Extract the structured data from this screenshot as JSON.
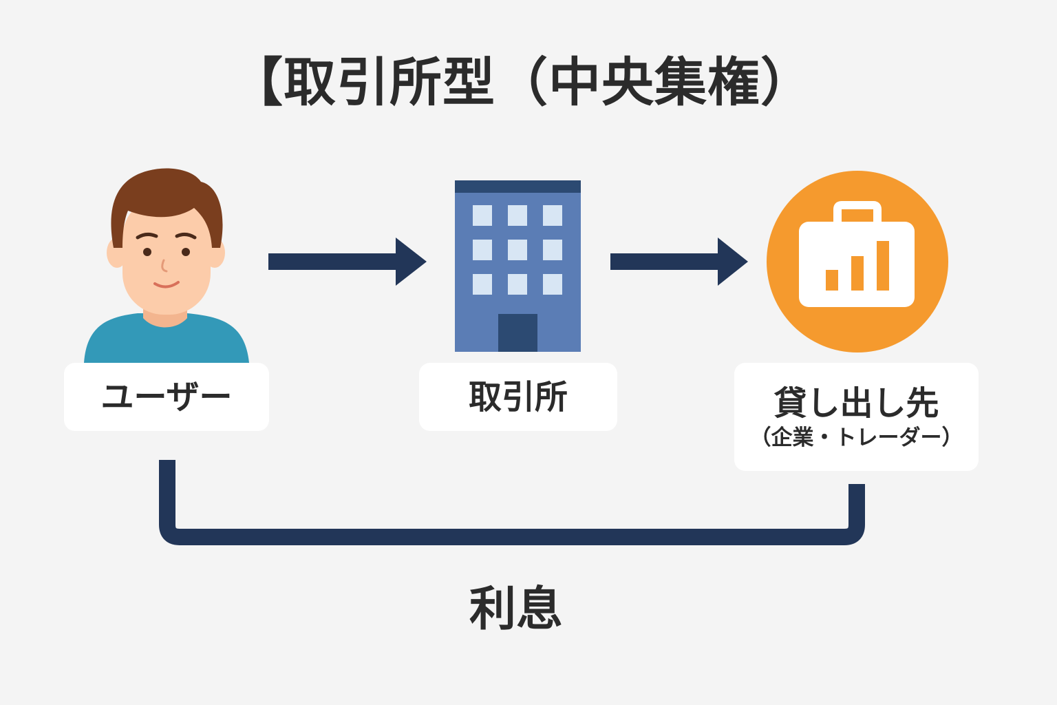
{
  "title": "【取引所型（中央集権）",
  "nodes": {
    "user": {
      "label": "ユーザー",
      "icon": "person-icon"
    },
    "exchange": {
      "label": "取引所",
      "icon": "building-icon"
    },
    "lender": {
      "label": "貸し出し先",
      "sublabel": "（企業・トレーダー）",
      "icon": "briefcase-chart-icon"
    }
  },
  "return_label": "利息",
  "colors": {
    "background": "#f4f4f4",
    "arrow": "#223658",
    "building": "#5b7db5",
    "building_top": "#2c4a72",
    "orange": "#f59a2e",
    "shirt": "#3399b8",
    "hair": "#7a3e1e",
    "skin": "#fcccaa",
    "text": "#2b2b2b"
  }
}
